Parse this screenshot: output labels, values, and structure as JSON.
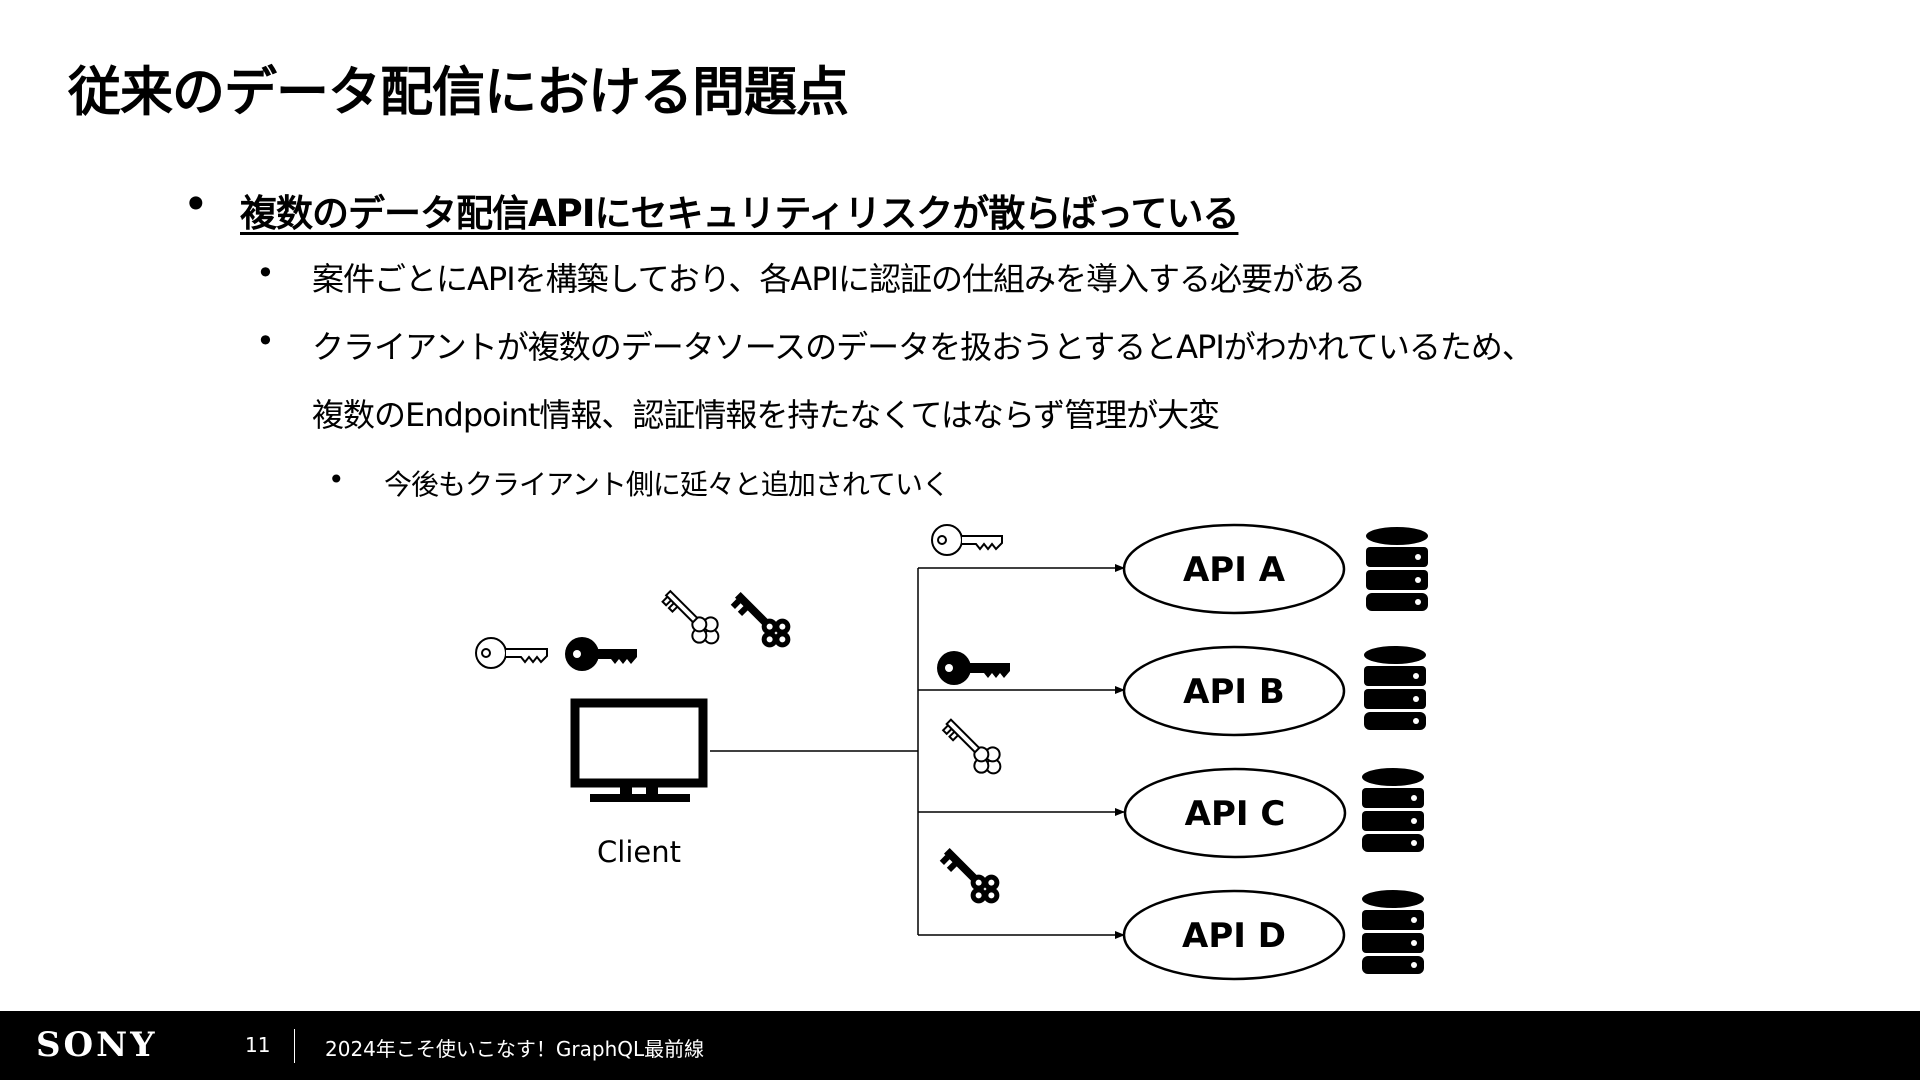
{
  "slide": {
    "title": "従来のデータ配信における問題点",
    "bullets": {
      "main": "複数のデータ配信APIにセキュリティリスクが散らばっている",
      "sub1": "案件ごとにAPIを構築しており、各APIに認証の仕組みを導入する必要がある",
      "sub2_line1": "クライアントが複数のデータソースのデータを扱おうとするとAPIがわかれているため、",
      "sub2_line2": "複数のEndpoint情報、認証情報を持たなくてはならず管理が大変",
      "subsub": "今後もクライアント側に延々と追加されていく"
    },
    "bullet_char": "•"
  },
  "diagram": {
    "client_label": "Client",
    "apis": [
      {
        "label": "API A",
        "key_style": "outline-plain"
      },
      {
        "label": "API B",
        "key_style": "solid-plain"
      },
      {
        "label": "API C",
        "key_style": "outline-ornate"
      },
      {
        "label": "API D",
        "key_style": "solid-ornate"
      }
    ],
    "client_keys": [
      "outline-plain",
      "solid-plain",
      "outline-ornate",
      "solid-ornate"
    ],
    "icons": {
      "client": "monitor-icon",
      "database": "database-icon",
      "key": "key-icon"
    }
  },
  "footer": {
    "logo": "SONY",
    "page_number": "11",
    "event": "2024年こそ使いこなす！GraphQL最前線"
  },
  "colors": {
    "background": "#ffffff",
    "text": "#000000",
    "footer_bg": "#000000",
    "footer_text": "#ffffff"
  }
}
